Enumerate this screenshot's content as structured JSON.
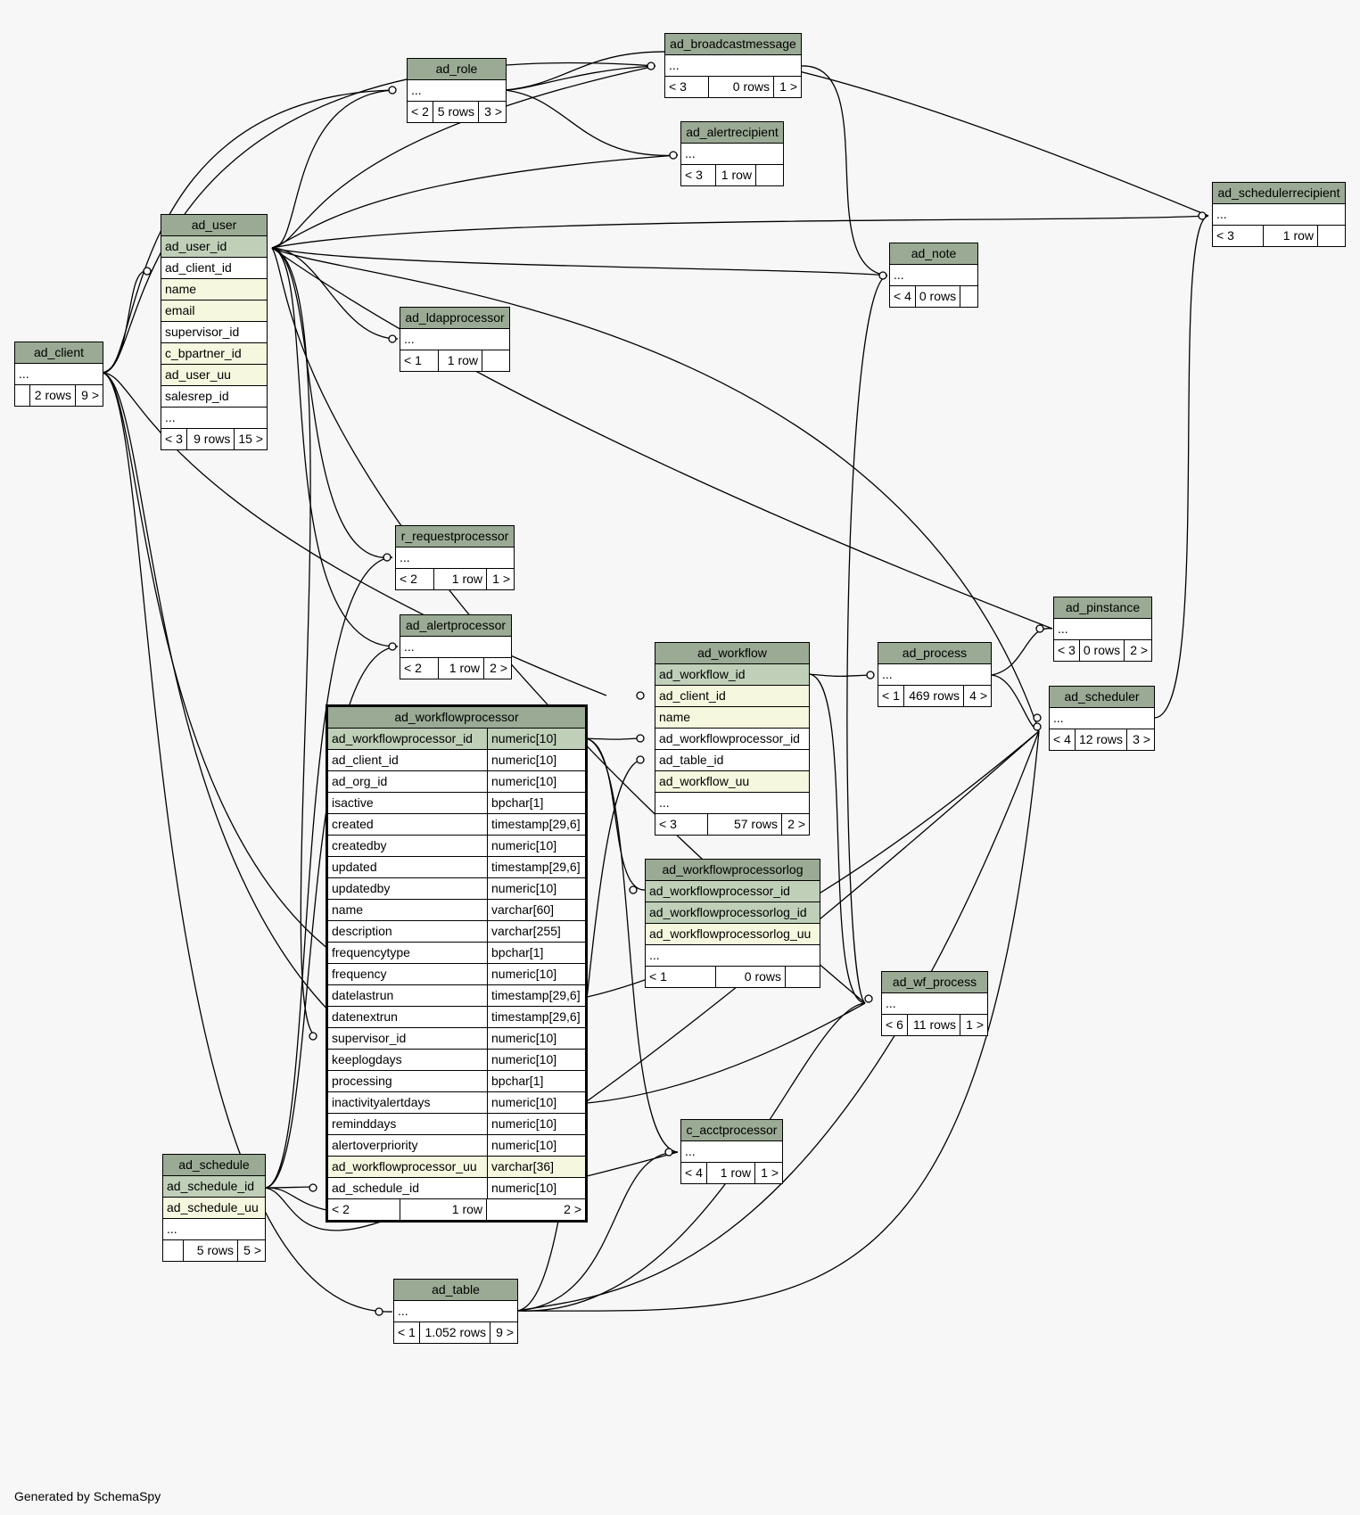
{
  "tables": {
    "ad_client": {
      "name": "ad_client",
      "rows": [
        "..."
      ],
      "footer": [
        "",
        "2 rows",
        "9 >"
      ]
    },
    "ad_user": {
      "name": "ad_user",
      "rows": [
        "ad_user_id",
        "ad_client_id",
        "name",
        "email",
        "supervisor_id",
        "c_bpartner_id",
        "ad_user_uu",
        "salesrep_id",
        "..."
      ],
      "footer": [
        "< 3",
        "9 rows",
        "15 >"
      ]
    },
    "ad_role": {
      "name": "ad_role",
      "rows": [
        "..."
      ],
      "footer": [
        "< 2",
        "5 rows",
        "3 >"
      ]
    },
    "ad_broadcastmessage": {
      "name": "ad_broadcastmessage",
      "rows": [
        "..."
      ],
      "footer": [
        "< 3",
        "0 rows",
        "1 >"
      ]
    },
    "ad_alertrecipient": {
      "name": "ad_alertrecipient",
      "rows": [
        "..."
      ],
      "footer": [
        "< 3",
        "1 row",
        ""
      ]
    },
    "ad_schedulerrecipient": {
      "name": "ad_schedulerrecipient",
      "rows": [
        "..."
      ],
      "footer": [
        "< 3",
        "1 row",
        ""
      ]
    },
    "ad_note": {
      "name": "ad_note",
      "rows": [
        "..."
      ],
      "footer": [
        "< 4",
        "0 rows",
        ""
      ]
    },
    "ad_ldapprocessor": {
      "name": "ad_ldapprocessor",
      "rows": [
        "..."
      ],
      "footer": [
        "< 1",
        "1 row",
        ""
      ]
    },
    "r_requestprocessor": {
      "name": "r_requestprocessor",
      "rows": [
        "..."
      ],
      "footer": [
        "< 2",
        "1 row",
        "1 >"
      ]
    },
    "ad_alertprocessor": {
      "name": "ad_alertprocessor",
      "rows": [
        "..."
      ],
      "footer": [
        "< 2",
        "1 row",
        "2 >"
      ]
    },
    "ad_workflow": {
      "name": "ad_workflow",
      "rows": [
        "ad_workflow_id",
        "ad_client_id",
        "name",
        "ad_workflowprocessor_id",
        "ad_table_id",
        "ad_workflow_uu",
        "..."
      ],
      "footer": [
        "< 3",
        "57 rows",
        "2 >"
      ]
    },
    "ad_process": {
      "name": "ad_process",
      "rows": [
        "..."
      ],
      "footer": [
        "< 1",
        "469 rows",
        "4 >"
      ]
    },
    "ad_pinstance": {
      "name": "ad_pinstance",
      "rows": [
        "..."
      ],
      "footer": [
        "< 3",
        "0 rows",
        "2 >"
      ]
    },
    "ad_scheduler": {
      "name": "ad_scheduler",
      "rows": [
        "..."
      ],
      "footer": [
        "< 4",
        "12 rows",
        "3 >"
      ]
    },
    "ad_workflowprocessorlog": {
      "name": "ad_workflowprocessorlog",
      "rows": [
        "ad_workflowprocessor_id",
        "ad_workflowprocessorlog_id",
        "ad_workflowprocessorlog_uu",
        "..."
      ],
      "footer": [
        "< 1",
        "0 rows",
        ""
      ]
    },
    "ad_wf_process": {
      "name": "ad_wf_process",
      "rows": [
        "..."
      ],
      "footer": [
        "< 6",
        "11 rows",
        "1 >"
      ]
    },
    "c_acctprocessor": {
      "name": "c_acctprocessor",
      "rows": [
        "..."
      ],
      "footer": [
        "< 4",
        "1 row",
        "1 >"
      ]
    },
    "ad_schedule": {
      "name": "ad_schedule",
      "rows": [
        "ad_schedule_id",
        "ad_schedule_uu",
        "..."
      ],
      "footer": [
        "",
        "5 rows",
        "5 >"
      ]
    },
    "ad_table": {
      "name": "ad_table",
      "rows": [
        "..."
      ],
      "footer": [
        "< 1",
        "1.052 rows",
        "9 >"
      ]
    }
  },
  "ad_workflowprocessor": {
    "name": "ad_workflowprocessor",
    "columns": [
      {
        "name": "ad_workflowprocessor_id",
        "type": "numeric[10]"
      },
      {
        "name": "ad_client_id",
        "type": "numeric[10]"
      },
      {
        "name": "ad_org_id",
        "type": "numeric[10]"
      },
      {
        "name": "isactive",
        "type": "bpchar[1]"
      },
      {
        "name": "created",
        "type": "timestamp[29,6]"
      },
      {
        "name": "createdby",
        "type": "numeric[10]"
      },
      {
        "name": "updated",
        "type": "timestamp[29,6]"
      },
      {
        "name": "updatedby",
        "type": "numeric[10]"
      },
      {
        "name": "name",
        "type": "varchar[60]"
      },
      {
        "name": "description",
        "type": "varchar[255]"
      },
      {
        "name": "frequencytype",
        "type": "bpchar[1]"
      },
      {
        "name": "frequency",
        "type": "numeric[10]"
      },
      {
        "name": "datelastrun",
        "type": "timestamp[29,6]"
      },
      {
        "name": "datenextrun",
        "type": "timestamp[29,6]"
      },
      {
        "name": "supervisor_id",
        "type": "numeric[10]"
      },
      {
        "name": "keeplogdays",
        "type": "numeric[10]"
      },
      {
        "name": "processing",
        "type": "bpchar[1]"
      },
      {
        "name": "inactivityalertdays",
        "type": "numeric[10]"
      },
      {
        "name": "reminddays",
        "type": "numeric[10]"
      },
      {
        "name": "alertoverpriority",
        "type": "numeric[10]"
      },
      {
        "name": "ad_workflowprocessor_uu",
        "type": "varchar[36]"
      },
      {
        "name": "ad_schedule_id",
        "type": "numeric[10]"
      }
    ],
    "footer": [
      "< 2",
      "1 row",
      "2 >"
    ]
  },
  "credit": "Generated by SchemaSpy"
}
